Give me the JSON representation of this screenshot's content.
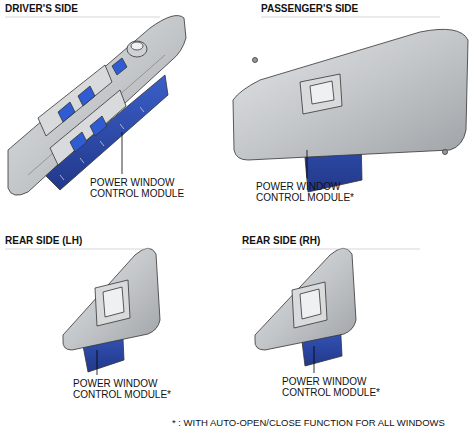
{
  "diagram": {
    "labels": [
      "DRIVER'S SIDE",
      "POWER WINDOW CONTROL MODULE",
      "PASSENGER'S SIDE",
      "POWER WINDOW CONTROL MODULE*",
      "REAR SIDE (LH)",
      "POWER WINDOW CONTROL MODULE*",
      "REAR SIDE (RH)",
      "POWER WINDOW CONTROL MODULE*",
      "* : WITH AUTO-OPEN/CLOSE FUNCTION FOR ALL WINDOWS"
    ]
  }
}
